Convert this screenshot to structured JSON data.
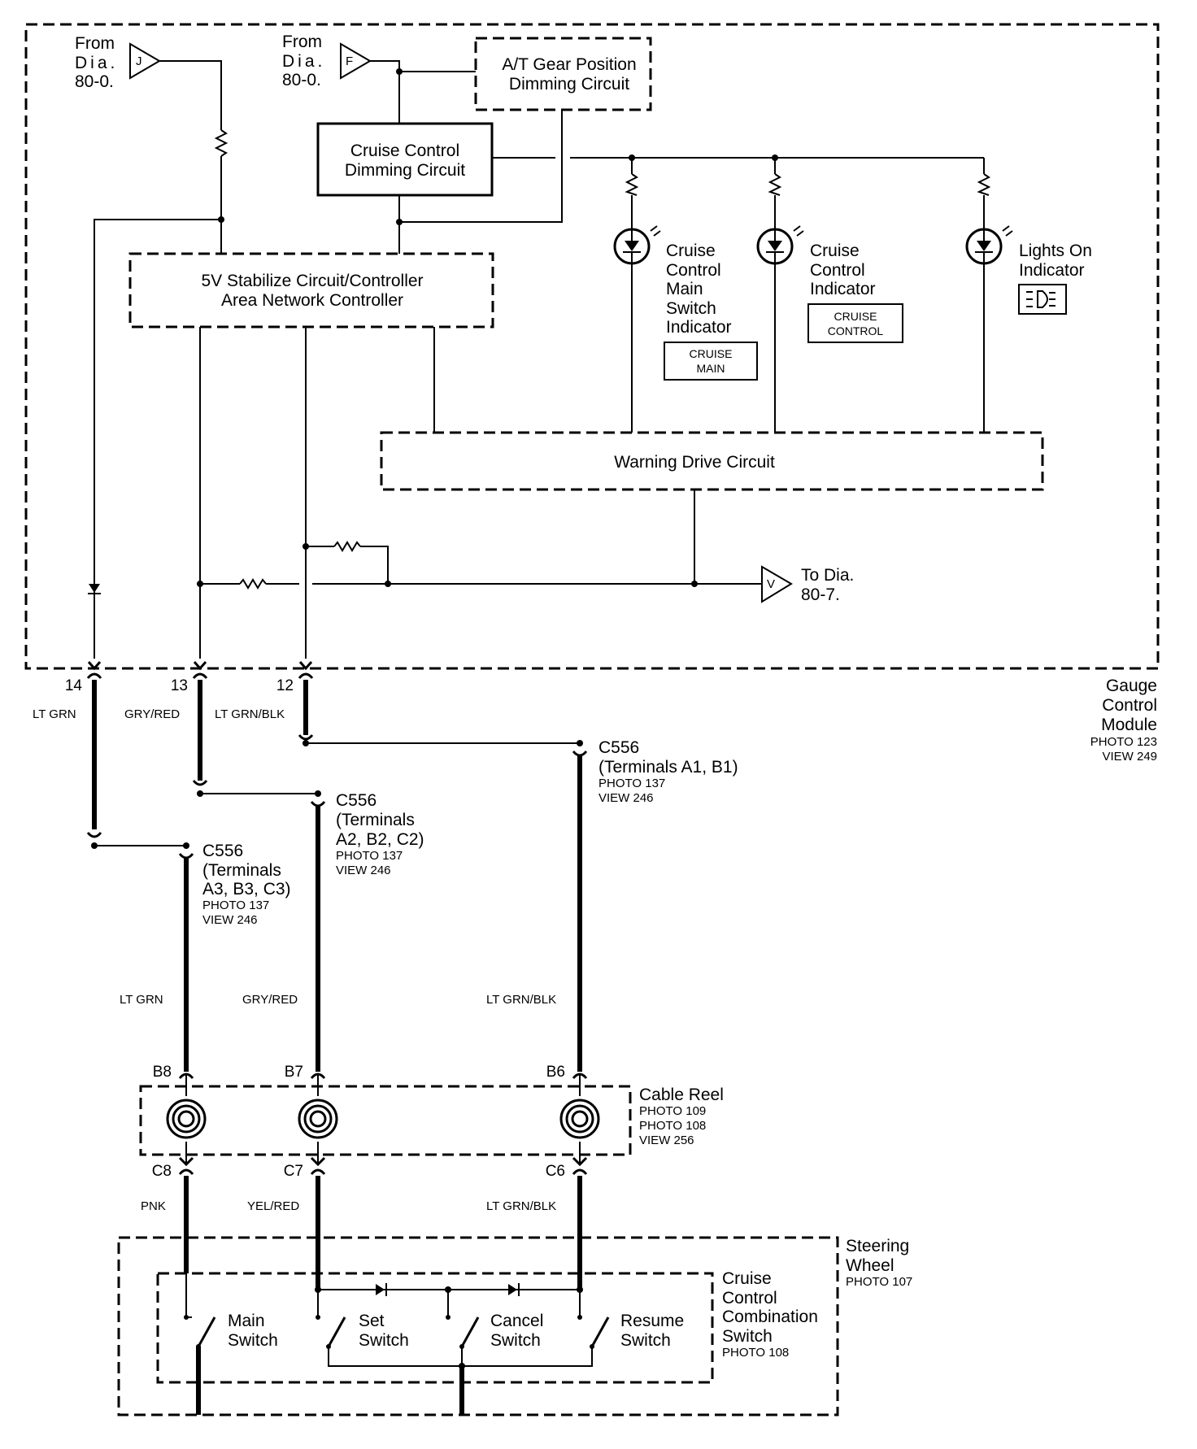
{
  "refs": {
    "from_j": {
      "line1": "From",
      "line2": "Dia.",
      "line3": "80-0.",
      "letter": "J"
    },
    "from_f": {
      "line1": "From",
      "line2": "Dia.",
      "line3": "80-0.",
      "letter": "F"
    },
    "to_v": {
      "line1": "To Dia.",
      "line2": "80-7.",
      "letter": "V"
    }
  },
  "blocks": {
    "at_gear": {
      "line1": "A/T Gear Position",
      "line2": "Dimming Circuit"
    },
    "cruise_dimming": {
      "line1": "Cruise Control",
      "line2": "Dimming Circuit"
    },
    "stabilize": {
      "line1": "5V Stabilize Circuit/Controller",
      "line2": "Area Network Controller"
    },
    "warning": {
      "line1": "Warning Drive Circuit"
    }
  },
  "indicators": {
    "main": {
      "lines": [
        "Cruise",
        "Control",
        "Main",
        "Switch",
        "Indicator"
      ],
      "badge": [
        "CRUISE",
        "MAIN"
      ]
    },
    "cruise": {
      "lines": [
        "Cruise",
        "Control",
        "Indicator"
      ],
      "badge": [
        "CRUISE",
        "CONTROL"
      ]
    },
    "lights": {
      "lines": [
        "Lights On",
        "Indicator"
      ]
    }
  },
  "gauge_module": {
    "lines": [
      "Gauge",
      "Control",
      "Module"
    ],
    "photo": "PHOTO 123",
    "view": "VIEW 249"
  },
  "pins": [
    {
      "num": "14",
      "color": "LT GRN"
    },
    {
      "num": "13",
      "color": "GRY/RED"
    },
    {
      "num": "12",
      "color": "LT GRN/BLK"
    }
  ],
  "connectors": {
    "c556_a1": {
      "lines": [
        "C556",
        "(Terminals A1, B1)"
      ],
      "photo": "PHOTO 137",
      "view": "VIEW 246"
    },
    "c556_a2": {
      "lines": [
        "C556",
        "(Terminals",
        "A2, B2, C2)"
      ],
      "photo": "PHOTO 137",
      "view": "VIEW 246"
    },
    "c556_a3": {
      "lines": [
        "C556",
        "(Terminals",
        "A3, B3, C3)"
      ],
      "photo": "PHOTO 137",
      "view": "VIEW 246"
    }
  },
  "mid_wires": [
    "LT GRN",
    "GRY/RED",
    "LT GRN/BLK"
  ],
  "cable_reel": {
    "title": "Cable Reel",
    "photos": [
      "PHOTO 109",
      "PHOTO 108",
      "VIEW 256"
    ],
    "top_pins": [
      "B8",
      "B7",
      "B6"
    ],
    "bottom_pins": [
      "C8",
      "C7",
      "C6"
    ]
  },
  "low_wires": [
    "PNK",
    "YEL/RED",
    "LT GRN/BLK"
  ],
  "steering": {
    "lines": [
      "Steering",
      "Wheel"
    ],
    "photo": "PHOTO 107"
  },
  "combo_switch": {
    "lines": [
      "Cruise",
      "Control",
      "Combination",
      "Switch"
    ],
    "photo": "PHOTO 108"
  },
  "switches": [
    {
      "line1": "Main",
      "line2": "Switch"
    },
    {
      "line1": "Set",
      "line2": "Switch"
    },
    {
      "line1": "Cancel",
      "line2": "Switch"
    },
    {
      "line1": "Resume",
      "line2": "Switch"
    }
  ]
}
